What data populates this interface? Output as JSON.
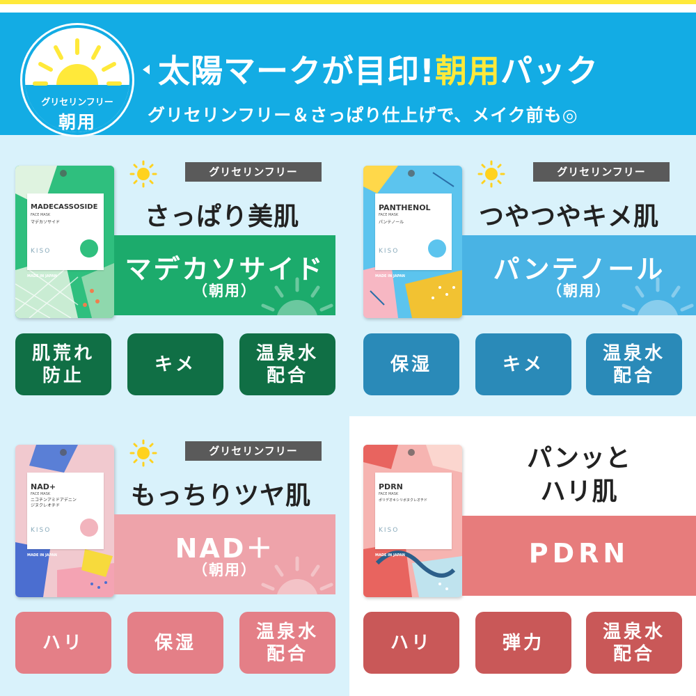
{
  "header": {
    "badge_line1": "グリセリンフリー",
    "badge_line2": "朝用",
    "title_main": "太陽マークが目印!",
    "title_highlight": "朝用",
    "title_tail": "パック",
    "subtitle": "グリセリンフリー＆さっぱり仕上げで、メイク前も◎"
  },
  "colors": {
    "header_blue": "#13ace4",
    "accent_yellow": "#ffe93a",
    "green": "#1cab6c",
    "green_dark": "#106f45",
    "blue": "#49b3e4",
    "blue_dark": "#2a8ab8",
    "pink": "#eea3aa",
    "pink_dark": "#e47f87",
    "coral": "#e77c7c",
    "coral_dark": "#c95858"
  },
  "products": [
    {
      "tag": "グリセリンフリー",
      "catch": "さっぱり美肌",
      "name": "マデカソサイド",
      "note": "（朝用）",
      "pack_name": "MADECASSOSIDE",
      "pack_face": "FACE MASK",
      "pack_jp": "マデカソサイド",
      "pack_kiso": "KISO",
      "pack_made": "MADE IN JAPAN",
      "chips": [
        "肌荒れ\n防止",
        "キメ",
        "温泉水\n配合"
      ]
    },
    {
      "tag": "グリセリンフリー",
      "catch": "つやつやキメ肌",
      "name": "パンテノール",
      "note": "（朝用）",
      "pack_name": "PANTHENOL",
      "pack_face": "FACE MASK",
      "pack_jp": "パンテノール",
      "pack_kiso": "KISO",
      "pack_made": "MADE IN JAPAN",
      "chips": [
        "保湿",
        "キメ",
        "温泉水\n配合"
      ]
    },
    {
      "tag": "グリセリンフリー",
      "catch": "もっちりツヤ肌",
      "name": "NAD＋",
      "note": "（朝用）",
      "pack_name": "NAD+",
      "pack_face": "FACE MASK",
      "pack_jp": "ニコチンアミドアデニン\nジヌクレオチド",
      "pack_kiso": "KISO",
      "pack_made": "MADE IN JAPAN",
      "chips": [
        "ハリ",
        "保湿",
        "温泉水\n配合"
      ]
    },
    {
      "catch": "パンッと\nハリ肌",
      "name": "PDRN",
      "pack_name": "PDRN",
      "pack_face": "FACE MASK",
      "pack_jp": "ポリデオキシリボヌクレオチド",
      "pack_kiso": "KISO",
      "pack_made": "MADE IN JAPAN",
      "chips": [
        "ハリ",
        "弾力",
        "温泉水\n配合"
      ]
    }
  ]
}
